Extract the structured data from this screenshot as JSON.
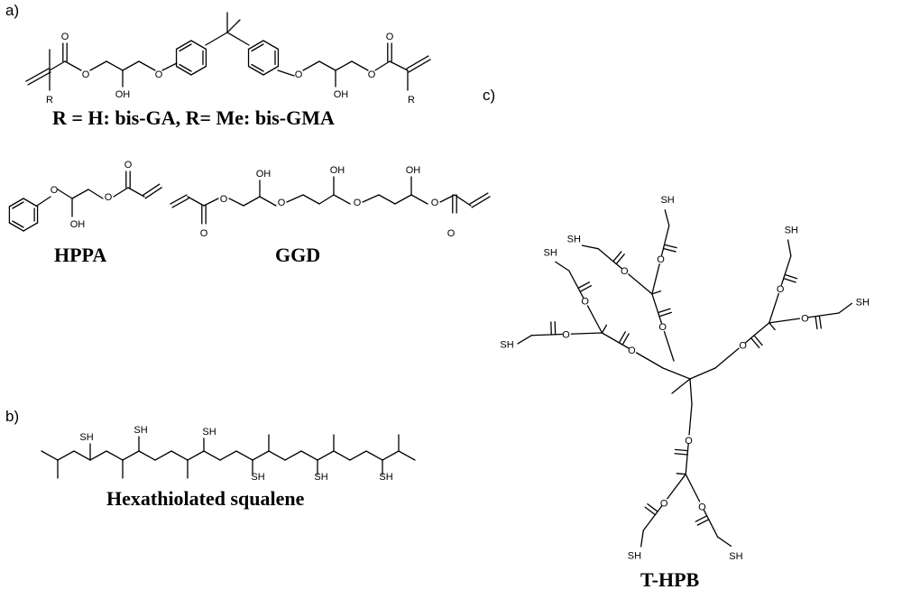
{
  "panels": {
    "a": {
      "label": "a)",
      "compound_names": {
        "bis": "R = H: bis-GA, R= Me: bis-GMA",
        "hppa": "HPPA",
        "ggd": "GGD"
      }
    },
    "b": {
      "label": "b)",
      "compound_name": "Hexathiolated squalene"
    },
    "c": {
      "label": "c)",
      "compound_name": "T-HPB"
    }
  },
  "atom_labels": {
    "oxygen": "O",
    "hydroxyl": "OH",
    "thiol": "SH",
    "substituent": "R"
  }
}
